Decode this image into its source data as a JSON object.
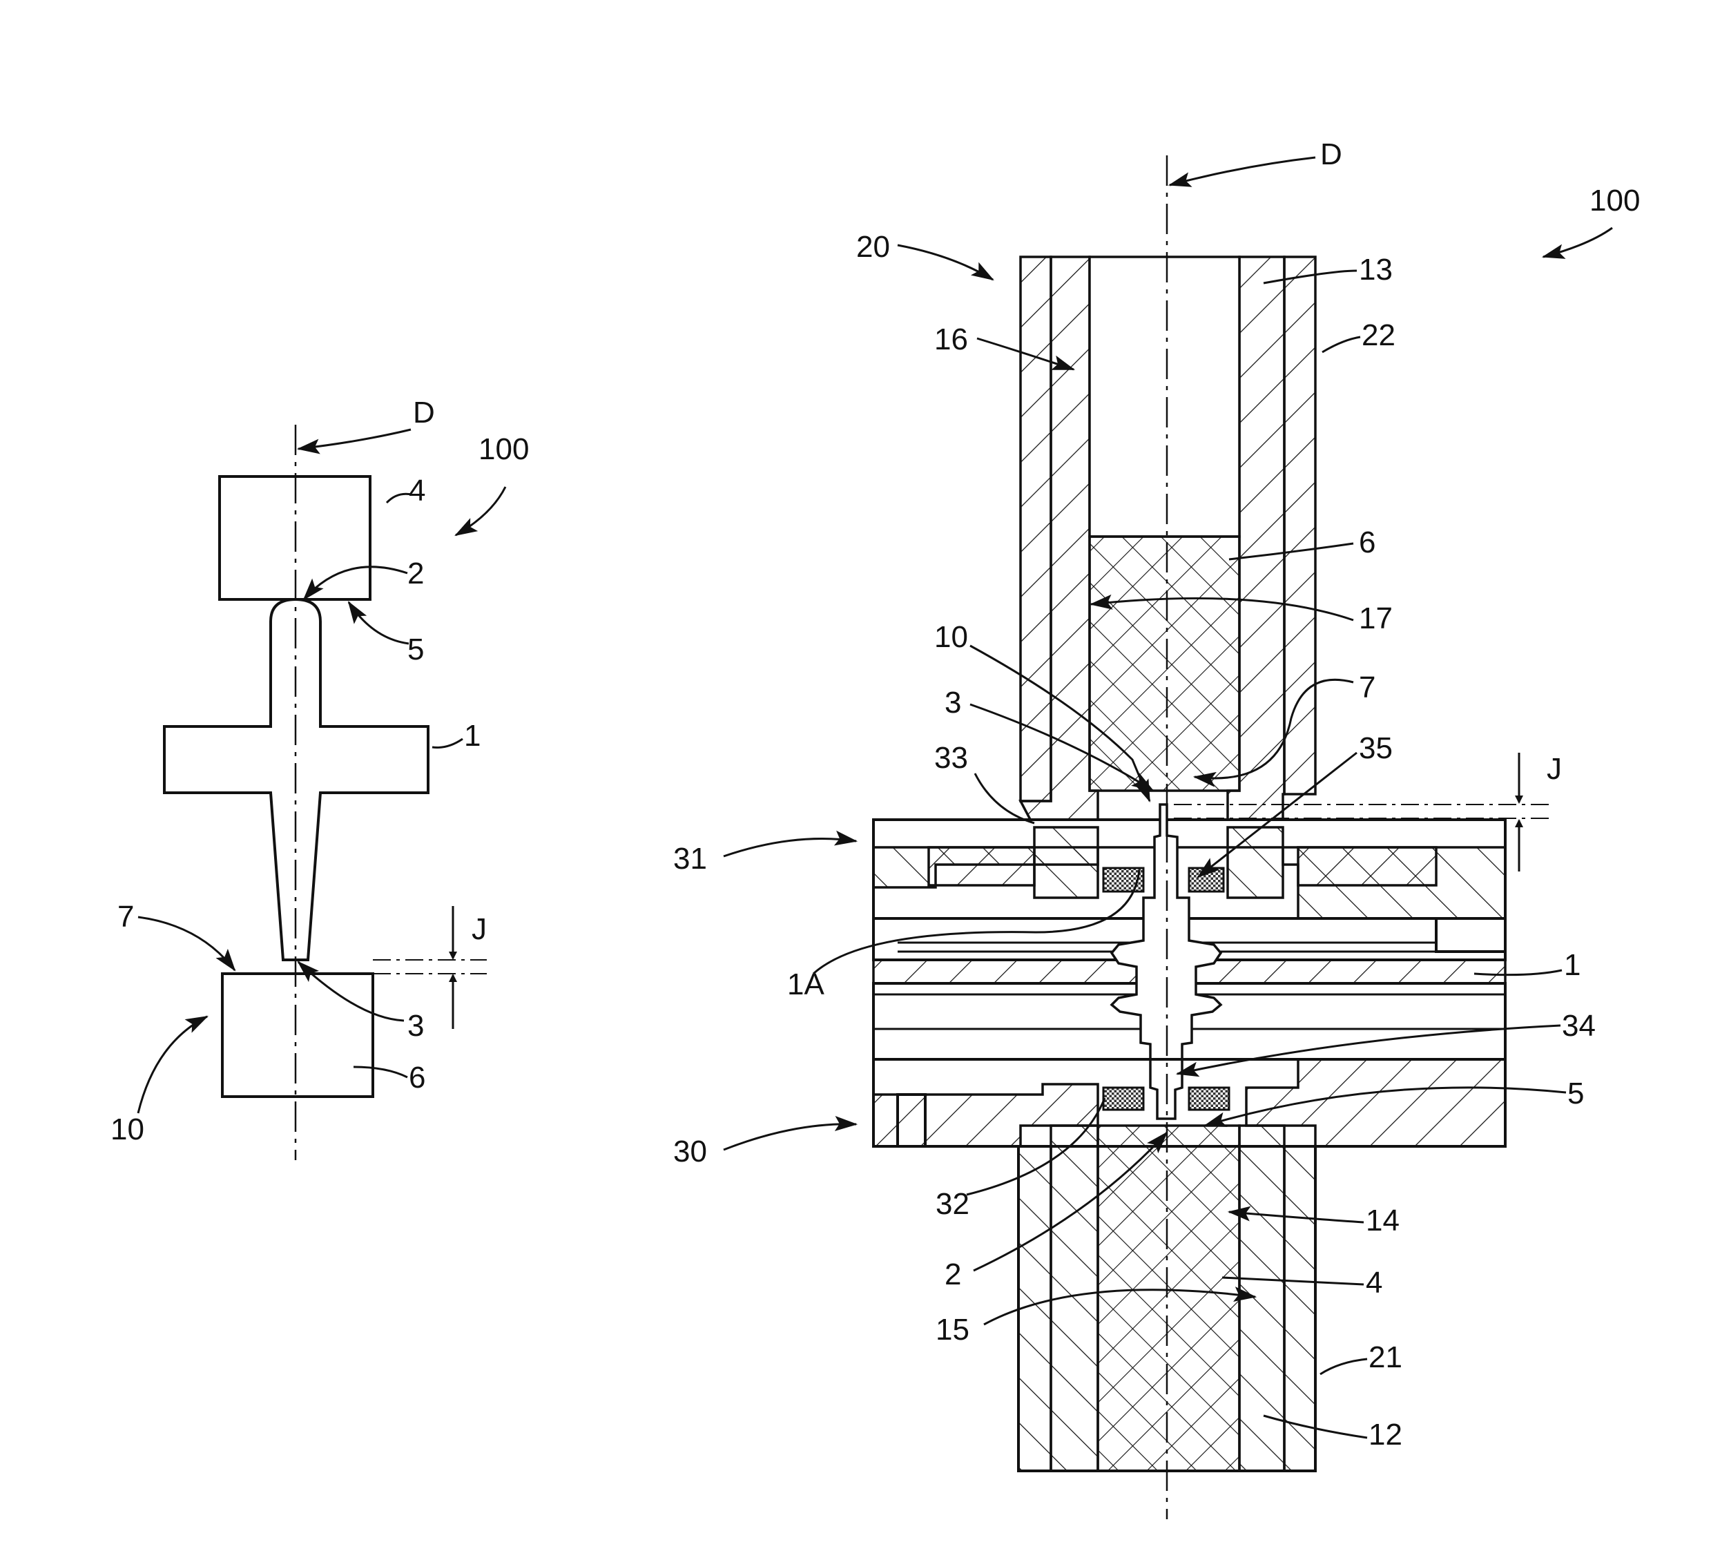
{
  "figure_left": {
    "axis_label": "D",
    "assembly_label": "100",
    "top_block_label": "4",
    "top_contact_label": "2",
    "top_surface_label": "5",
    "part_label": "1",
    "bottom_surface_label": "7",
    "gap_label": "J",
    "tip_label": "3",
    "bottom_block_label": "6",
    "tool_label": "10"
  },
  "figure_right": {
    "axis_label": "D",
    "assembly_label": "100",
    "upper_holder_label": "20",
    "upper_sleeve_label": "13",
    "upper_outer_label": "22",
    "upper_bore_label": "16",
    "upper_electrode_label": "6",
    "upper_bore_wall_label": "17",
    "tool_label": "10",
    "tip_label": "3",
    "upper_face_label": "7",
    "upper_plate_seal_label": "33",
    "upper_seal_label": "35",
    "gap_label": "J",
    "upper_plate_label": "31",
    "part_label": "1",
    "part_flange_label": "1A",
    "lower_seal_label": "34",
    "lower_surface_label": "5",
    "lower_plate_label": "30",
    "lower_plate_seal_label": "32",
    "contact_label": "2",
    "lower_bore_label": "14",
    "lower_electrode_label": "4",
    "lower_bore_wall_label": "15",
    "lower_outer_label": "21",
    "lower_sleeve_label": "12"
  }
}
